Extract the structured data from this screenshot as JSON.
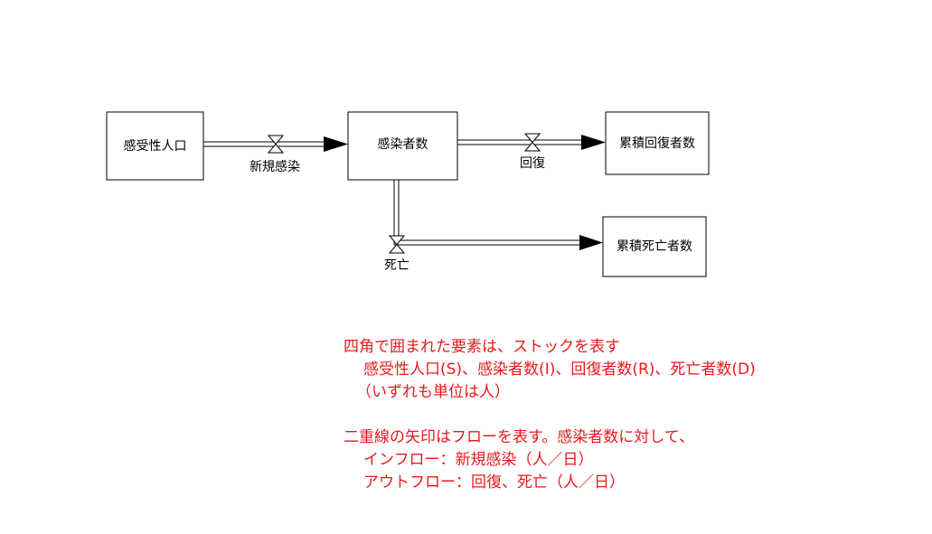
{
  "stocks": {
    "susceptible": "感受性人口",
    "infected": "感染者数",
    "recovered": "累積回復者数",
    "dead": "累積死亡者数"
  },
  "flows": {
    "new_infection": "新規感染",
    "recovery": "回復",
    "death": "死亡"
  },
  "notes": {
    "line1": "四角で囲まれた要素は、ストックを表す",
    "line2": "感受性人口(S)、感染者数(I)、回復者数(R)、死亡者数(D)",
    "line3": "（いずれも単位は人）",
    "line4": "二重線の矢印はフローを表す。感染者数に対して、",
    "line5": "インフロー：新規感染（人／日）",
    "line6": "アウトフロー：回復、死亡（人／日）"
  },
  "colors": {
    "note_text": "#e8191d",
    "diagram_lines": "#000000"
  }
}
